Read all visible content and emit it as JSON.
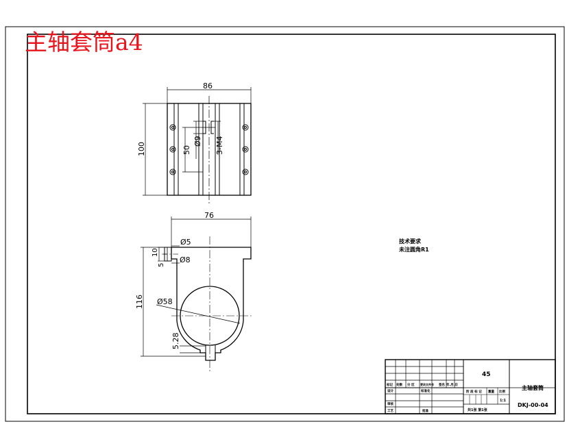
{
  "drawing": {
    "title": "主轴套筒a4",
    "colors": {
      "title": "#e8141c",
      "line": "#000000",
      "dim": "#000000"
    },
    "front_view": {
      "dims": {
        "width": "86",
        "height": "100",
        "hole_spacing": "50",
        "bore": "Ø9",
        "thread": "3-M4"
      }
    },
    "side_view": {
      "dims": {
        "width": "76",
        "height": "116",
        "inner_dia": "Ø58",
        "small_hole": "Ø5",
        "counterbore": "Ø8",
        "depth_10": "10",
        "depth_5": "5",
        "slot": "5.28"
      }
    },
    "tech_notes": {
      "heading": "技术要求",
      "line1": "未注圆角R1"
    }
  },
  "title_block": {
    "material": "45",
    "part_name": "主轴套筒",
    "drawing_no": "DKJ-00-04",
    "scale": "1:1",
    "sheet_info": "共1张 第1张",
    "col_headers": [
      "标记",
      "处数",
      "分 区",
      "更改文件号",
      "签名",
      "年.月.日"
    ],
    "row_labels": [
      "设计",
      "审核",
      "工艺"
    ],
    "std_label": "标准化",
    "approve_label": "批准",
    "stage_headers": [
      "阶 段 标 记",
      "重量",
      "比例"
    ]
  }
}
